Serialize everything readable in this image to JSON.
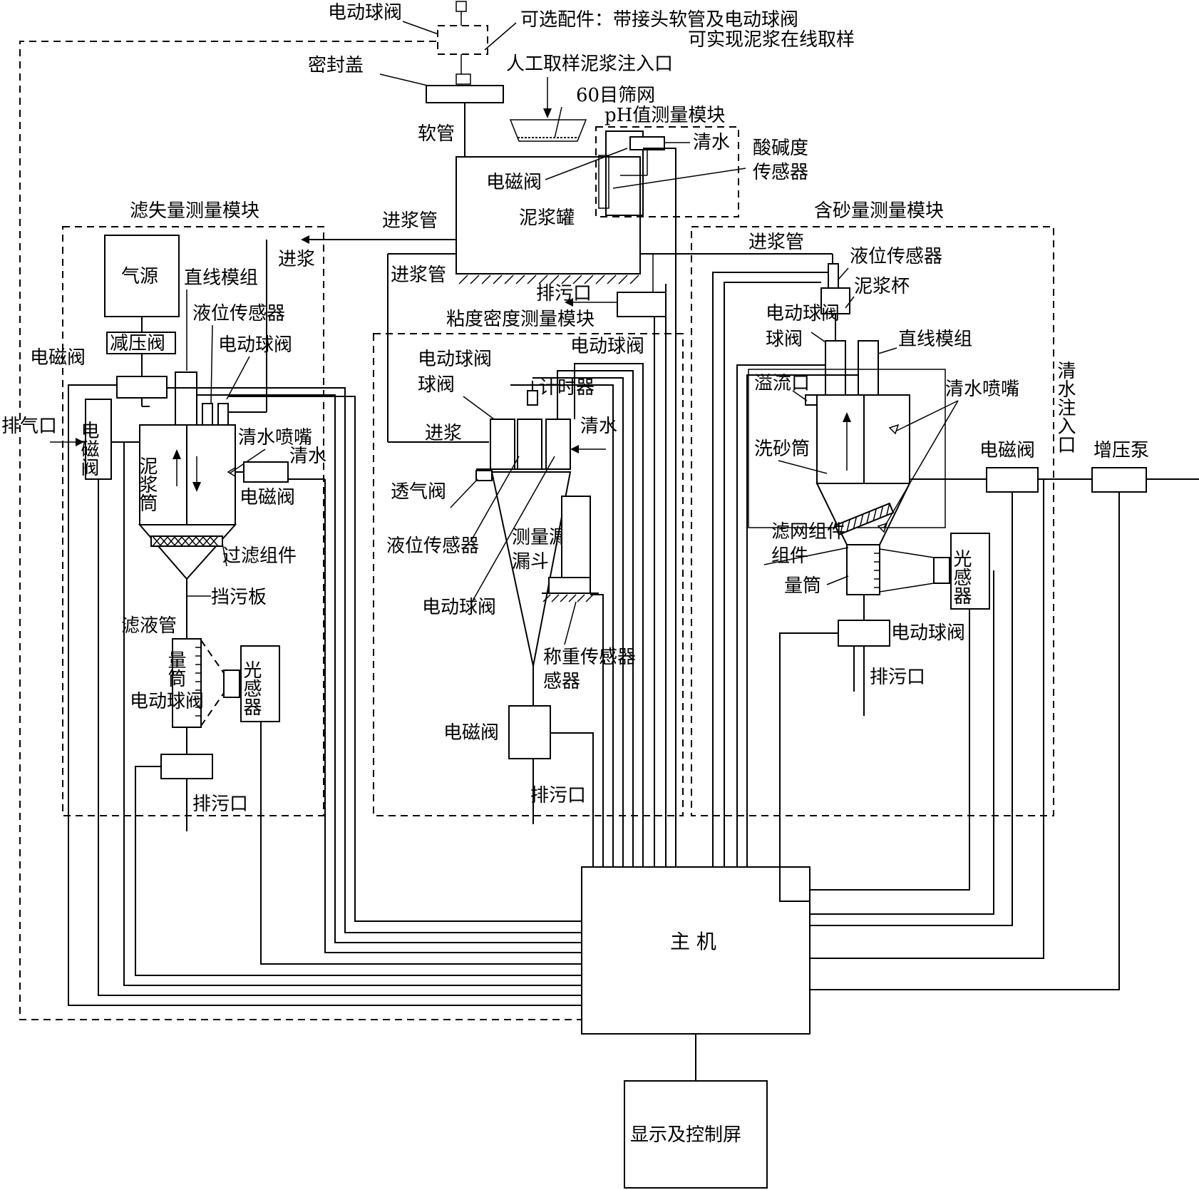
{
  "labels": {
    "top_valve": "电动球阀",
    "optional_1": "可选配件：带接头软管及电动球阀",
    "optional_2": "可实现泥浆在线取样",
    "seal_cap": "密封盖",
    "manual_inlet": "人工取样泥浆注入口",
    "sieve": "60目筛网",
    "hose": "软管",
    "ph_module": "pH值测量模块",
    "clean_water_ph": "清水",
    "acid_sensor_1": "酸碱度",
    "acid_sensor_2": "传感器",
    "solenoid_tank": "电磁阀",
    "tank": "泥浆罐",
    "fluid_loss_module": "滤失量测量模块",
    "sand_module": "含砂量测量模块",
    "inlet_pipe_left": "进浆管",
    "inlet_pipe_mid": "进浆管",
    "inlet_pipe_right": "进浆管",
    "air_source": "气源",
    "linear_module_left": "直线模组",
    "slurry_in_left": "进浆",
    "level_sensor_left": "液位传感器",
    "ball_valve_left": "电动球阀",
    "pressure_reducer": "减压阀",
    "solenoid_left_top": "电磁阀",
    "exhaust": "排气口",
    "solenoid_vertical": "电磁阀",
    "mud_cylinder": "泥浆筒",
    "nozzle_left": "清水喷嘴",
    "clean_water_left": "清水",
    "solenoid_left_mid": "电磁阀",
    "filter_assembly": "过滤组件",
    "baffle": "挡污板",
    "filtrate_pipe": "滤液管",
    "cylinder_left": "量筒",
    "light_sensor_left": "光感器",
    "ball_valve_left_bottom": "电动球阀",
    "drain_left": "排污口",
    "drain_tank": "排污口",
    "visc_module": "粘度密度测量模块",
    "ball_valve_mid_top": "电动球阀",
    "ball_valve_mid": "电动球阀",
    "timer": "计时器",
    "slurry_in_mid": "进浆",
    "clean_water_mid": "清水",
    "vent_valve": "透气阀",
    "level_sensor_mid": "液位传感器",
    "funnel": "测量漏斗",
    "ball_valve_mid_low": "电动球阀",
    "weigh_sensor": "称重传感器",
    "solenoid_mid_bottom": "电磁阀",
    "drain_mid": "排污口",
    "level_sensor_right": "液位传感器",
    "mud_cup": "泥浆杯",
    "ball_valve_right_top": "电动球阀",
    "linear_module_right": "直线模组",
    "overflow": "溢流口",
    "nozzle_right": "清水喷嘴",
    "sand_cylinder": "洗砂筒",
    "solenoid_right": "电磁阀",
    "clean_water_inlet": "清水注入口",
    "booster_pump": "增压泵",
    "screen_assembly": "滤网组件",
    "cylinder_right": "量筒",
    "light_sensor_right": "光感器",
    "ball_valve_right_bottom": "电动球阀",
    "drain_right": "排污口",
    "host": "主 机",
    "display": "显示及控制屏"
  }
}
